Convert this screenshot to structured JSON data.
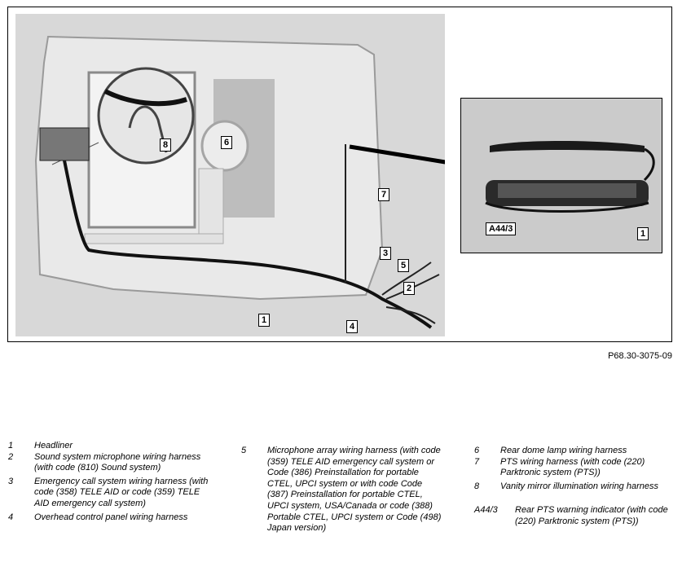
{
  "figure_reference": "P68.30-3075-09",
  "callouts": {
    "main": [
      "1",
      "2",
      "3",
      "4",
      "5",
      "6",
      "7",
      "8"
    ],
    "inset": [
      "A44/3",
      "1"
    ]
  },
  "legend": [
    {
      "num": "1",
      "text": "Headliner"
    },
    {
      "num": "2",
      "text": "Sound system microphone wiring harness (with code (810) Sound system)"
    },
    {
      "num": "3",
      "text": "Emergency call system wiring harness (with code (358) TELE AID or code (359) TELE AID emergency call system)"
    },
    {
      "num": "4",
      "text": "Overhead control panel wiring harness"
    },
    {
      "num": "5",
      "text": "Microphone array wiring harness (with code (359) TELE AID emergency call system or Code (386) Preinstallation for portable CTEL, UPCI system or with code Code (387) Preinstallation for portable CTEL, UPCI system, USA/Canada or code (388) Portable CTEL, UPCI system or Code (498) Japan version)"
    },
    {
      "num": "6",
      "text": "Rear dome lamp wiring harness"
    },
    {
      "num": "7",
      "text": "PTS wiring harness (with code (220) Parktronic system (PTS))"
    },
    {
      "num": "8",
      "text": "Vanity mirror illumination wiring harness"
    },
    {
      "num": "A44/3",
      "text": "Rear PTS warning indicator (with code (220) Parktronic system (PTS))"
    }
  ]
}
